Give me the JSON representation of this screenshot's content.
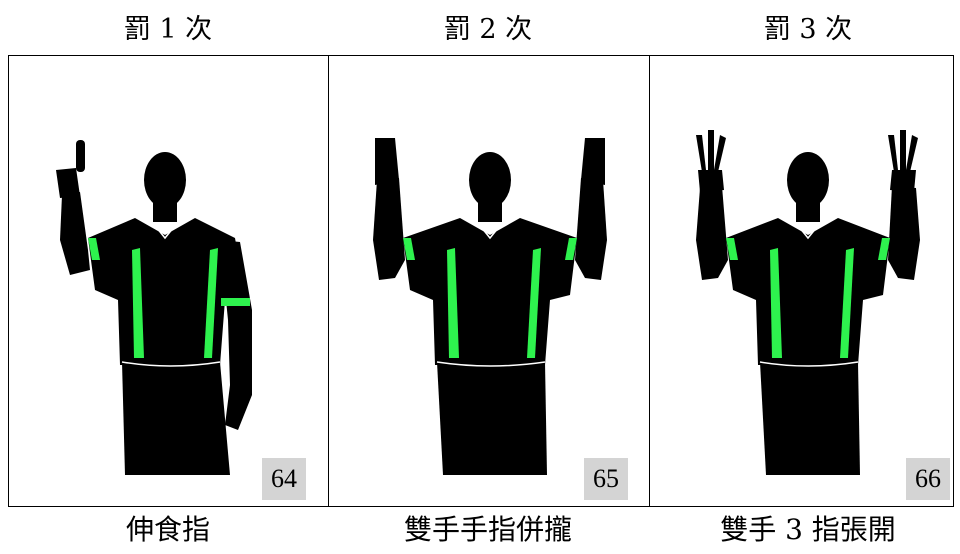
{
  "columns": [
    {
      "header": "罰 1 次",
      "caption": "伸食指",
      "badge": "64",
      "gesture": "one-finger-raised"
    },
    {
      "header": "罰 2 次",
      "caption": "雙手手指併攏",
      "badge": "65",
      "gesture": "both-palms-raised"
    },
    {
      "header": "罰 3 次",
      "caption": "雙手 3 指張開",
      "badge": "66",
      "gesture": "both-hands-three-fingers"
    }
  ],
  "colors": {
    "silhouette": "#000000",
    "accent": "#2ef24e",
    "badge_bg": "#d4d4d4",
    "border": "#000000"
  }
}
